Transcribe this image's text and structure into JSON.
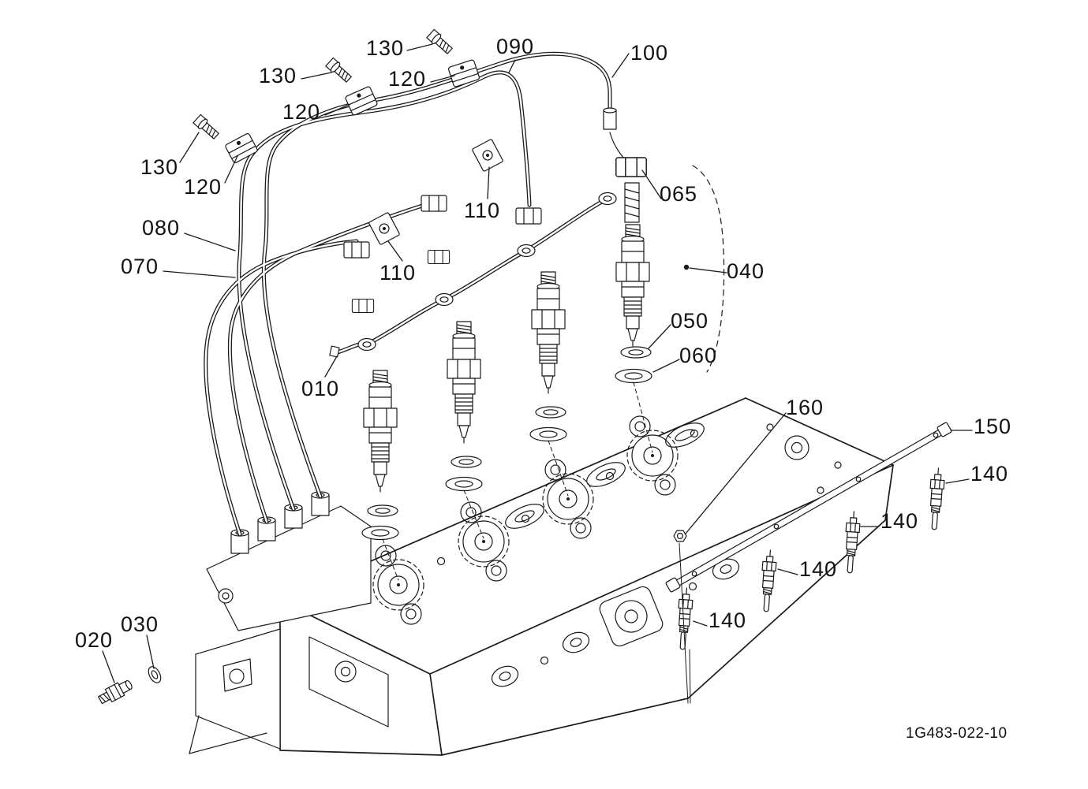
{
  "figure": {
    "drawing_number": "1G483-022-10"
  },
  "style": {
    "background": "#ffffff",
    "line_color": "#1a1a1a",
    "label_color": "#121212"
  },
  "callouts": [
    {
      "id": "130-top",
      "text": "130"
    },
    {
      "id": "090",
      "text": "090"
    },
    {
      "id": "100",
      "text": "100"
    },
    {
      "id": "130-mid",
      "text": "130"
    },
    {
      "id": "120-c",
      "text": "120"
    },
    {
      "id": "120-b",
      "text": "120"
    },
    {
      "id": "130-left",
      "text": "130"
    },
    {
      "id": "120-a",
      "text": "120"
    },
    {
      "id": "065",
      "text": "065"
    },
    {
      "id": "110-b",
      "text": "110"
    },
    {
      "id": "080",
      "text": "080"
    },
    {
      "id": "070",
      "text": "070"
    },
    {
      "id": "040",
      "text": "040"
    },
    {
      "id": "110-a",
      "text": "110"
    },
    {
      "id": "050",
      "text": "050"
    },
    {
      "id": "060",
      "text": "060"
    },
    {
      "id": "010",
      "text": "010"
    },
    {
      "id": "160",
      "text": "160"
    },
    {
      "id": "150",
      "text": "150"
    },
    {
      "id": "140-4",
      "text": "140"
    },
    {
      "id": "140-3",
      "text": "140"
    },
    {
      "id": "140-2",
      "text": "140"
    },
    {
      "id": "140-1",
      "text": "140"
    },
    {
      "id": "030",
      "text": "030"
    },
    {
      "id": "020",
      "text": "020"
    }
  ]
}
